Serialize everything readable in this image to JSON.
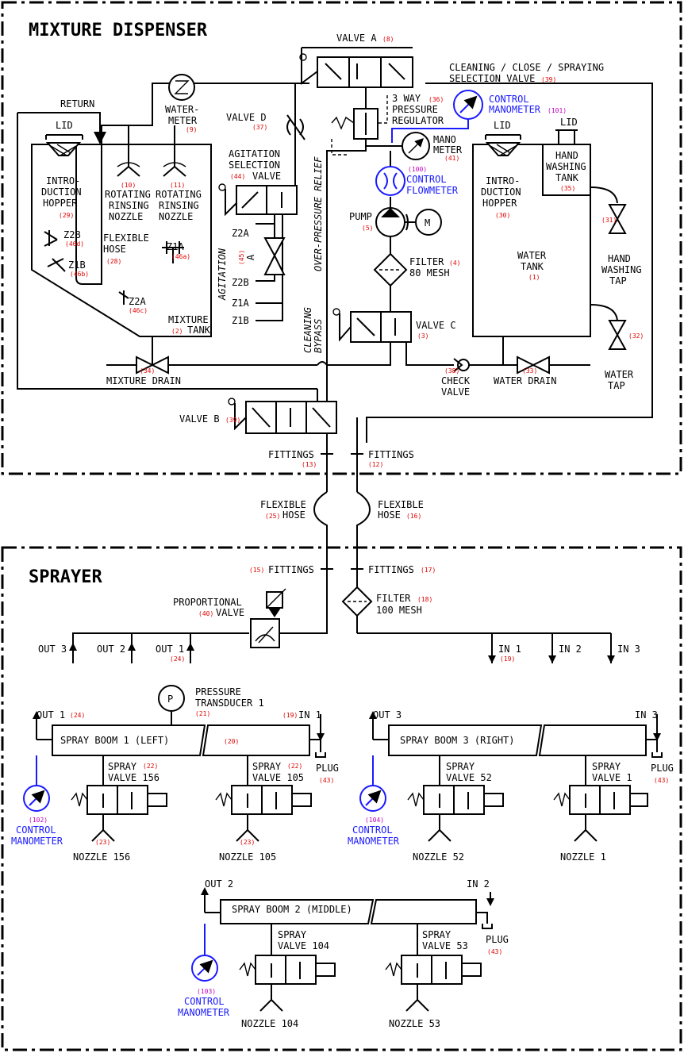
{
  "sections": {
    "dispenser": "MIXTURE DISPENSER",
    "sprayer": "SPRAYER"
  },
  "valveA": {
    "l": "VALVE A",
    "n": "(8)"
  },
  "selValve": {
    "l1": "CLEANING / CLOSE / SPRAYING",
    "l2": "SELECTION VALVE",
    "n": "(39)"
  },
  "return": "RETURN",
  "watermeter": {
    "l1": "WATER-",
    "l2": "METER",
    "n": "(9)"
  },
  "valveD": {
    "l": "VALVE D",
    "n": "(37)"
  },
  "reg": {
    "l1": "3 WAY",
    "n": "(36)",
    "l2": "PRESSURE",
    "l3": "REGULATOR"
  },
  "ctrlMan101": {
    "l1": "CONTROL",
    "l2": "MANOMETER",
    "n": "(101)"
  },
  "lid1": "LID",
  "lid2": "LID",
  "lid3": "LID",
  "hopper1": {
    "l1": "INTRO-",
    "l2": "DUCTION",
    "l3": "HOPPER",
    "n": "(29)"
  },
  "nozzle10": {
    "n": "(10)",
    "l1": "ROTATING",
    "l2": "RINSING",
    "l3": "NOZZLE"
  },
  "nozzle11": {
    "n": "(11)",
    "l1": "ROTATING",
    "l2": "RINSING",
    "l3": "NOZZLE"
  },
  "agit": {
    "l1": "AGITATION",
    "l2": "SELECTION",
    "n": "(44)",
    "l3": "VALVE"
  },
  "mano41": {
    "l1": "MANO",
    "l2": "METER",
    "n": "(41)"
  },
  "flow100": {
    "n": "(100)",
    "l1": "CONTROL",
    "l2": "FLOWMETER"
  },
  "hopper2": {
    "l1": "INTRO-",
    "l2": "DUCTION",
    "l3": "HOPPER",
    "n": "(30)"
  },
  "handTank": {
    "l1": "HAND",
    "l2": "WASHING",
    "l3": "TANK",
    "n": "(35)"
  },
  "z2b1": "Z2B",
  "z2b1n": "(46d)",
  "z1b": "Z1B",
  "z1bn": "(46b)",
  "flexHose28": {
    "l1": "FLEXIBLE",
    "l2": "HOSE",
    "n": "(28)"
  },
  "z1a": {
    "l": "Z1A",
    "n": "(46a)"
  },
  "z2a": {
    "l": "Z2A",
    "n": "(46c)"
  },
  "mixTank": {
    "l1": "MIXTURE",
    "n": "(2)",
    "l2": "TANK"
  },
  "agitation": "AGITATION",
  "valve45": {
    "n": "(45)",
    "l": "A"
  },
  "zlabels": [
    "Z2A",
    "Z2B",
    "Z1A",
    "Z1B"
  ],
  "overRelief": "OVER-PRESSURE RELIEF",
  "pump": {
    "l": "PUMP",
    "n": "(5)",
    "m": "M"
  },
  "filter4": {
    "l1": "FILTER",
    "n": "(4)",
    "l2": "80 MESH"
  },
  "waterTank": {
    "l1": "WATER",
    "l2": "TANK",
    "n": "(1)"
  },
  "handTap": {
    "n": "(31)",
    "l1": "HAND",
    "l2": "WASHING",
    "l3": "TAP"
  },
  "cleanBypass": {
    "l1": "CLEANING",
    "l2": "BYPASS"
  },
  "valveC": {
    "l": "VALVE C",
    "n": "(3)"
  },
  "waterTap": {
    "n": "(32)",
    "l1": "WATER",
    "l2": "TAP"
  },
  "mixDrain": {
    "n": "(34)",
    "l": "MIXTURE DRAIN"
  },
  "checkValve": {
    "n": "(38)",
    "l1": "CHECK",
    "l2": "VALVE"
  },
  "waterDrain": {
    "n": "(33)",
    "l": "WATER DRAIN"
  },
  "valveB": {
    "l": "VALVE B",
    "n": "(39)"
  },
  "fit13": {
    "l": "FITTINGS",
    "n": "(13)"
  },
  "fit12": {
    "l": "FITTINGS",
    "n": "(12)"
  },
  "hose25": {
    "l1": "FLEXIBLE",
    "n": "(25)",
    "l2": "HOSE"
  },
  "hose16": {
    "l1": "FLEXIBLE",
    "n": "(16)",
    "l2": "HOSE"
  },
  "fit15": {
    "n": "(15)",
    "l": "FITTINGS"
  },
  "fit17": {
    "l": "FITTINGS",
    "n": "(17)"
  },
  "propValve": {
    "l1": "PROPORTIONAL",
    "n": "(40)",
    "l2": "VALVE"
  },
  "filter18": {
    "l1": "FILTER",
    "n": "(18)",
    "l2": "100 MESH"
  },
  "outs": {
    "o3": "OUT 3",
    "o2": "OUT 2",
    "o1": "OUT 1",
    "o1n": "(24)"
  },
  "ins": {
    "i1": "IN 1",
    "i1n": "(19)",
    "i2": "IN 2",
    "i3": "IN 3"
  },
  "ptrans": {
    "p": "P",
    "l1": "PRESSURE",
    "l2": "TRANSDUCER 1",
    "n": "(21)"
  },
  "boom1": {
    "out": "OUT 1",
    "outn": "(24)",
    "in": "IN 1",
    "inn": "(19)",
    "l": "SPRAY BOOM 1 (LEFT)",
    "n": "(20)"
  },
  "boom3": {
    "out": "OUT 3",
    "in": "IN 3",
    "l": "SPRAY BOOM 3 (RIGHT)"
  },
  "boom2": {
    "out": "OUT 2",
    "in": "IN 2",
    "l": "SPRAY BOOM 2 (MIDDLE)"
  },
  "plug": {
    "l": "PLUG",
    "n": "(43)"
  },
  "sv156": {
    "l1": "SPRAY",
    "n": "(22)",
    "l2": "VALVE 156"
  },
  "sv105": {
    "l1": "SPRAY",
    "n": "(22)",
    "l2": "VALVE 105"
  },
  "sv52": {
    "l1": "SPRAY",
    "l2": "VALVE 52"
  },
  "sv1": {
    "l1": "SPRAY",
    "l2": "VALVE 1"
  },
  "sv104": {
    "l1": "SPRAY",
    "l2": "VALVE 104"
  },
  "sv53": {
    "l1": "SPRAY",
    "l2": "VALVE 53"
  },
  "nz": {
    "n": "(23)",
    "z156": "NOZZLE 156",
    "z105": "NOZZLE 105",
    "z52": "NOZZLE 52",
    "z1": "NOZZLE 1",
    "z104": "NOZZLE 104",
    "z53": "NOZZLE 53"
  },
  "cm102": {
    "n": "(102)",
    "l1": "CONTROL",
    "l2": "MANOMETER"
  },
  "cm104": {
    "n": "(104)",
    "l1": "CONTROL",
    "l2": "MANOMETER"
  },
  "cm103": {
    "n": "(103)",
    "l1": "CONTROL",
    "l2": "MANOMETER"
  }
}
